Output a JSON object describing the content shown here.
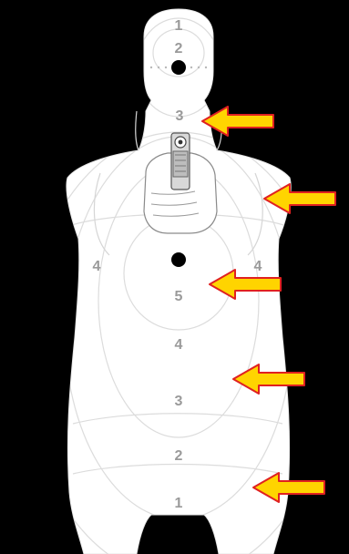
{
  "colors": {
    "background": "#000000",
    "silhouette": "#ffffff",
    "ring_lines": "#dcdcdc",
    "score_text": "#9a9a9a",
    "bullseye": "#000000",
    "arrow_fill": "#ffd400",
    "arrow_stroke": "#e02020"
  },
  "target": {
    "scores": {
      "head_top": "1",
      "head_inner": "2",
      "neck": "3",
      "chest_left": "4",
      "chest_right": "4",
      "center": "5",
      "torso_upper": "4",
      "torso_middle": "3",
      "torso_lower": "2",
      "base": "1"
    }
  },
  "arrows": {
    "count": 5,
    "direction": "left"
  },
  "icons": {
    "pistol": "pistol-icon",
    "bullseye": "bullseye-dot-icon",
    "arrow": "left-arrow-icon"
  }
}
